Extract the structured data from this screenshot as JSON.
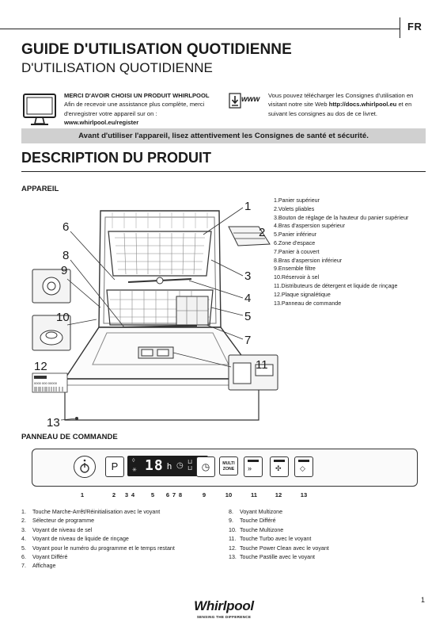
{
  "header": {
    "lang": "FR",
    "title": "GUIDE D'UTILISATION QUOTIDIENNE",
    "subtitle": "D'UTILISATION QUOTIDIENNE"
  },
  "intro": {
    "thanks_bold": "MERCI D'AVOIR CHOISI UN PRODUIT WHIRLPOOL",
    "thanks_line1": "Afin de recevoir une assistance plus complète, merci",
    "thanks_line2": "d'enregistrer votre appareil sur on :",
    "thanks_url": "www.whirlpool.eu/register",
    "download_icon_text": "www",
    "dl_line1": "Vous pouvez télécharger les Consignes d'utilisation en",
    "dl_line2_pre": "visitant notre site Web ",
    "dl_url": "http://docs.whirlpool.eu",
    "dl_line2_post": " et en",
    "dl_line3": "suivant les consignes au dos de ce livret."
  },
  "warning": "Avant d'utiliser l'appareil, lisez attentivement les Consignes de santé et sécurité.",
  "section": {
    "title": "DESCRIPTION DU PRODUIT",
    "appliance": "APPAREIL",
    "panel": "PANNEAU DE COMMANDE"
  },
  "parts": [
    "1.Panier supérieur",
    "2.Volets pliables",
    "3.Bouton de réglage de la hauteur du panier supérieur",
    "4.Bras d'aspersion supérieur",
    "5.Panier inférieur",
    "6.Zone d'espace",
    "7.Panier à couvert",
    "8.Bras d'aspersion inférieur",
    "9.Ensemble filtre",
    "10.Réservoir à sel",
    "11.Distributeurs de détergent et liquide de rinçage",
    "12.Plaque signalétique",
    "13.Panneau de commande"
  ],
  "callouts": [
    "1",
    "2",
    "3",
    "4",
    "5",
    "6",
    "7",
    "8",
    "9",
    "10",
    "11",
    "12",
    "13"
  ],
  "control_panel": {
    "program_key": "P",
    "display_digits": "18",
    "display_unit": "h",
    "multizone_line1": "MULTI",
    "multizone_line2": "ZONE",
    "numbers": [
      "1",
      "2",
      "3",
      "4",
      "5",
      "6",
      "7",
      "8",
      "9",
      "10",
      "11",
      "12",
      "13"
    ]
  },
  "legend_left": [
    {
      "n": "1.",
      "t": "Touche Marche-Arrêt/Réinitialisation avec le voyant"
    },
    {
      "n": "2.",
      "t": "Sélecteur de programme"
    },
    {
      "n": "3.",
      "t": "Voyant de niveau de sel"
    },
    {
      "n": "4.",
      "t": "Voyant de niveau de liquide de rinçage"
    },
    {
      "n": "5.",
      "t": "Voyant pour le numéro du programme et le temps restant"
    },
    {
      "n": "6.",
      "t": "Voyant Différé"
    },
    {
      "n": "7.",
      "t": "Affichage"
    }
  ],
  "legend_right": [
    {
      "n": "8.",
      "t": "Voyant Multizone"
    },
    {
      "n": "9.",
      "t": "Touche Différé"
    },
    {
      "n": "10.",
      "t": "Touche Multizone"
    },
    {
      "n": "11.",
      "t": "Touche Turbo avec le voyant"
    },
    {
      "n": "12.",
      "t": "Touche Power Clean avec le voyant"
    },
    {
      "n": "13.",
      "t": "Touche Pastille avec le voyant"
    }
  ],
  "rating_plate": {
    "line1": "0000 000 00000"
  },
  "footer": {
    "page": "1",
    "brand": "Whirlpool",
    "tagline": "SENSING THE DIFFERENCE"
  }
}
